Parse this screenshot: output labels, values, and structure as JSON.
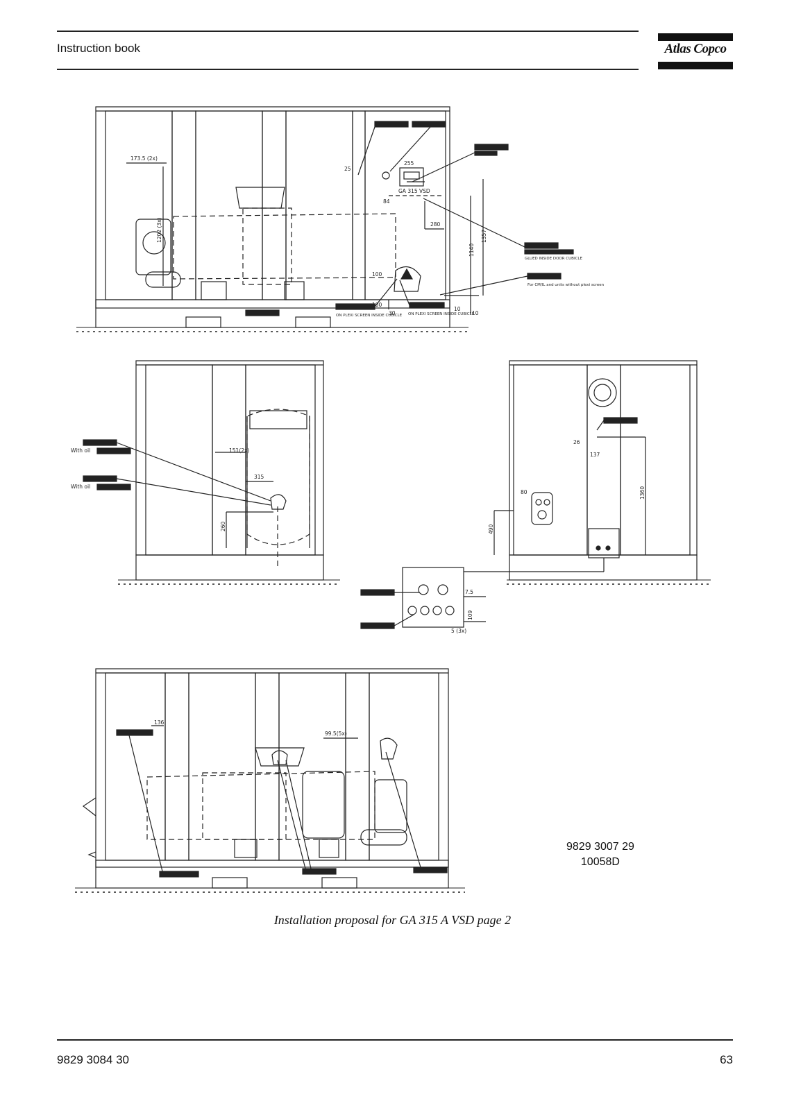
{
  "header": {
    "title": "Instruction book",
    "logo_text": "Atlas Copco"
  },
  "drawing": {
    "labels": {
      "dim_173_5": "173.5 (2x)",
      "dim_25": "25",
      "dim_255": "255",
      "dim_84": "84",
      "dim_280": "280",
      "dim_1140": "1140",
      "dim_1357": "1357",
      "dim_1202": "1202 (3x)",
      "dim_100a": "100",
      "dim_100b": "100",
      "dim_30": "30",
      "dim_10a": "10",
      "dim_10b": "10",
      "model_plate": "GA 315 VSD",
      "dim_151": "151(2x)",
      "dim_315": "315",
      "dim_260": "260",
      "with_oil_1": "With oil",
      "with_oil_2": "With oil",
      "dim_26": "26",
      "dim_137": "137",
      "dim_1360": "1360",
      "dim_80": "80",
      "dim_490": "490",
      "dim_7_5": "7.5",
      "dim_109": "109",
      "dim_5": "5 (3x)",
      "dim_136": "136",
      "dim_99_5": "99.5(5x)",
      "note_plexi_1": "ON PLEXI SCREEN INSIDE CUBICLE",
      "note_plexi_2": "ON PLEXI SCREEN INSIDE CUBICLE",
      "note_inside": "GLUED INSIDE DOOR CUBICLE",
      "note_cm": "For CM/IL and units without plexi screen"
    },
    "doc_number": "9829 3007 29",
    "doc_code": "10058D"
  },
  "caption": "Installation proposal for GA 315 A VSD page 2",
  "footer": {
    "doc_id": "9829 3084 30",
    "page": "63"
  }
}
